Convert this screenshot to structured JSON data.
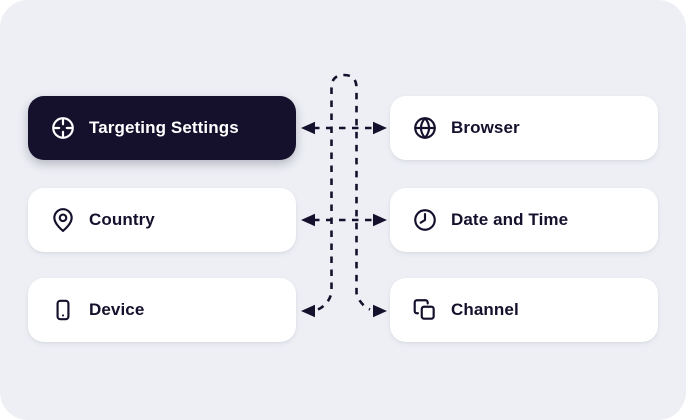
{
  "canvas": {
    "background_color": "#EDEFF5",
    "outer_background_color": "#FFFFFF",
    "accent_dark_color": "#15112D"
  },
  "connector": {
    "style": "dashed",
    "color": "#15112D",
    "description": "dashed hairpin loop with outward arrows linking center to all cards"
  },
  "cards": [
    {
      "label": "Targeting Settings",
      "icon": "target-icon",
      "variant": "dark",
      "column": "left",
      "row": 1
    },
    {
      "label": "Browser",
      "icon": "globe-icon",
      "variant": "light",
      "column": "right",
      "row": 1
    },
    {
      "label": "Country",
      "icon": "map-pin-icon",
      "variant": "light",
      "column": "left",
      "row": 2
    },
    {
      "label": "Date and Time",
      "icon": "clock-icon",
      "variant": "light",
      "column": "right",
      "row": 2
    },
    {
      "label": "Device",
      "icon": "smartphone-icon",
      "variant": "light",
      "column": "left",
      "row": 3
    },
    {
      "label": "Channel",
      "icon": "channel-copy-icon",
      "variant": "light",
      "column": "right",
      "row": 3
    }
  ]
}
